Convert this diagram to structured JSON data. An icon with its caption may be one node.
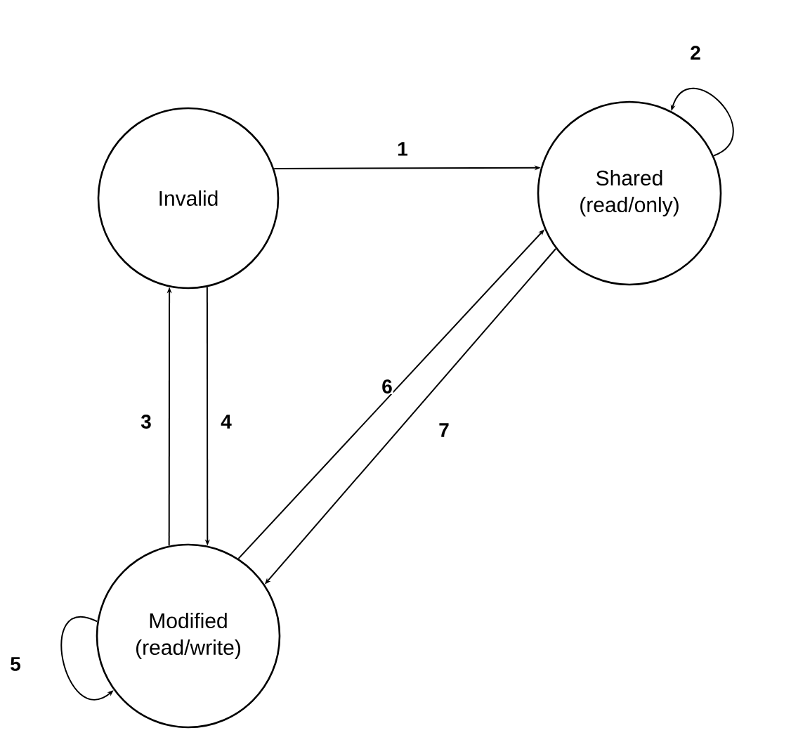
{
  "diagram": {
    "nodes": [
      {
        "text": [
          "Invalid"
        ]
      },
      {
        "text": [
          "Shared (read/only)"
        ]
      },
      {
        "text": [
          "Modified (read/write)"
        ]
      }
    ],
    "edges": [
      {
        "from": 0,
        "to": 1,
        "arrow": "to",
        "label": "1"
      },
      {
        "from": 1,
        "to": 1,
        "arrow": "to",
        "label": "2"
      },
      {
        "from": 2,
        "to": 0,
        "arrow": "to",
        "label": "3"
      },
      {
        "from": 0,
        "to": 2,
        "arrow": "to",
        "label": "4"
      },
      {
        "from": 2,
        "to": 2,
        "arrow": "to",
        "label": "5"
      },
      {
        "from": 2,
        "to": 1,
        "arrow": "to",
        "label": "6"
      },
      {
        "from": 1,
        "to": 2,
        "arrow": "to",
        "label": "7"
      }
    ]
  }
}
